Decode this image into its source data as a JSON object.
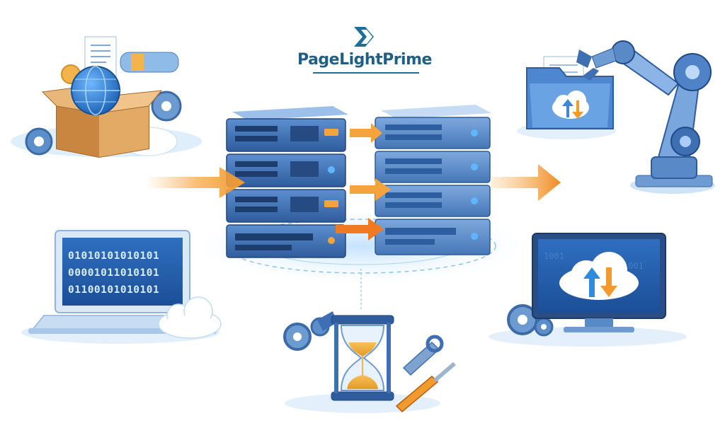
{
  "logo": {
    "text": "PageLightPrime",
    "brand_color": "#1f5f86",
    "icon": "chevron-arrow-icon"
  },
  "left_monitor": {
    "binary_lines": [
      "01010101010101",
      "00001011010101",
      "01100101010101"
    ]
  },
  "colors": {
    "server_blue": "#3f6fb3",
    "arrow_orange": "#f39a2e",
    "light_blue": "#cfe3f6"
  },
  "illustrations": [
    "box-globe-icon",
    "server-rack-icon",
    "folder-cloud-icon",
    "robot-arm-icon",
    "laptop-binary-icon",
    "monitor-cloud-sync-icon",
    "hourglass-tools-icon"
  ]
}
